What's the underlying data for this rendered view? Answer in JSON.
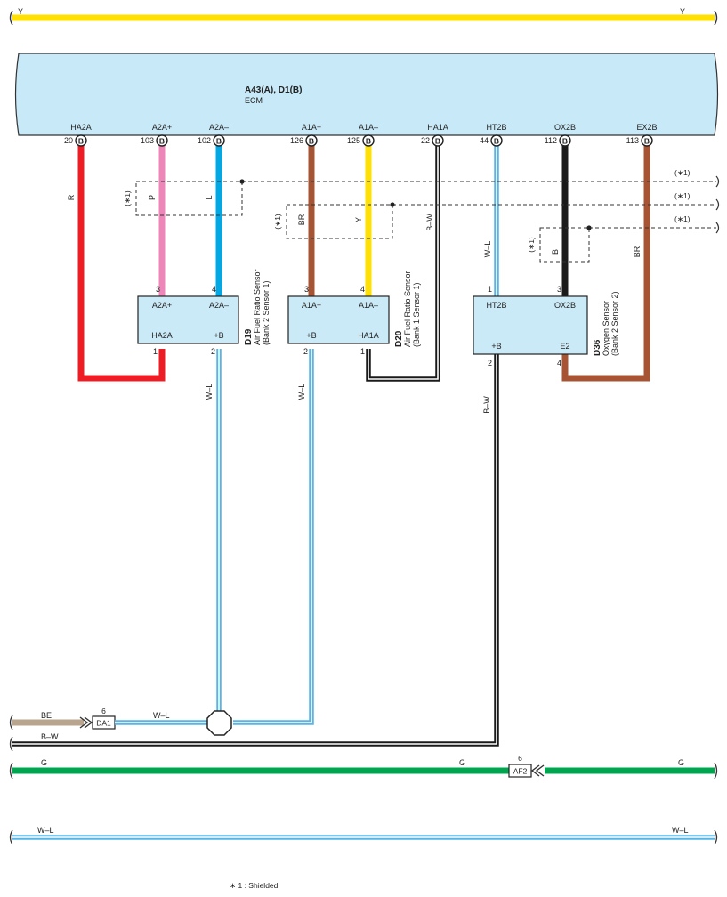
{
  "colors": {
    "Y": "#ffe000",
    "R": "#ee1c25",
    "P": "#ef86b9",
    "L": "#00a8e6",
    "BR": "#a65434",
    "B": "#1a1a1a",
    "G": "#00a54f",
    "BE": "#b9a48e",
    "WL_blue": "#54b5e8",
    "ecm_fill": "#c8e9f8",
    "box_fill": "#cbeaf8"
  },
  "top_bus": {
    "left_label": "Y",
    "right_label": "Y"
  },
  "ecm": {
    "title": "A43(A), D1(B)",
    "subtitle": "ECM",
    "pins": [
      {
        "name": "HA2A",
        "num": "20",
        "conn": "B"
      },
      {
        "name": "A2A+",
        "num": "103",
        "conn": "B"
      },
      {
        "name": "A2A–",
        "num": "102",
        "conn": "B"
      },
      {
        "name": "A1A+",
        "num": "126",
        "conn": "B"
      },
      {
        "name": "A1A–",
        "num": "125",
        "conn": "B"
      },
      {
        "name": "HA1A",
        "num": "22",
        "conn": "B"
      },
      {
        "name": "HT2B",
        "num": "44",
        "conn": "B"
      },
      {
        "name": "OX2B",
        "num": "112",
        "conn": "B"
      },
      {
        "name": "EX2B",
        "num": "113",
        "conn": "B"
      }
    ]
  },
  "wire_labels": {
    "r": "R",
    "p": "P",
    "l": "L",
    "br1": "BR",
    "y": "Y",
    "bw1": "B–W",
    "wl_ht": "W–L",
    "b": "B",
    "br2": "BR",
    "wl_d19": "W–L",
    "wl_d20": "W–L",
    "bw2": "B–W"
  },
  "shield_note": "(∗1)",
  "sensors": {
    "d19": {
      "id": "D19",
      "name": "Air Fuel Ratio Sensor",
      "detail": "(Bank 2 Sensor 1)",
      "top_pins": [
        {
          "num": "3",
          "label": "A2A+"
        },
        {
          "num": "4",
          "label": "A2A–"
        }
      ],
      "bottom_pins": [
        {
          "num": "1",
          "label": "HA2A"
        },
        {
          "num": "2",
          "label": "+B"
        }
      ]
    },
    "d20": {
      "id": "D20",
      "name": "Air Fuel Ratio Sensor",
      "detail": "(Bank 1 Sensor 1)",
      "top_pins": [
        {
          "num": "3",
          "label": "A1A+"
        },
        {
          "num": "4",
          "label": "A1A–"
        }
      ],
      "bottom_pins": [
        {
          "num": "2",
          "label": "+B"
        },
        {
          "num": "1",
          "label": "HA1A"
        }
      ]
    },
    "d36": {
      "id": "D36",
      "name": "Oxygen Sensor",
      "detail": "(Bank 2 Sensor 2)",
      "top_pins": [
        {
          "num": "1",
          "label": "HT2B"
        },
        {
          "num": "3",
          "label": "OX2B"
        }
      ],
      "bottom_pins": [
        {
          "num": "2",
          "label": "+B"
        },
        {
          "num": "4",
          "label": "E2"
        }
      ]
    }
  },
  "lower_bus": {
    "be_label": "BE",
    "da1_num": "6",
    "da1_label": "DA1",
    "wl_label": "W–L",
    "bw_label": "B–W",
    "g_left": "G",
    "g_mid": "G",
    "g_right": "G",
    "af2_num": "6",
    "af2_label": "AF2",
    "wl_bottom_left": "W–L",
    "wl_bottom_right": "W–L"
  },
  "footnote": "∗ 1 : Shielded"
}
